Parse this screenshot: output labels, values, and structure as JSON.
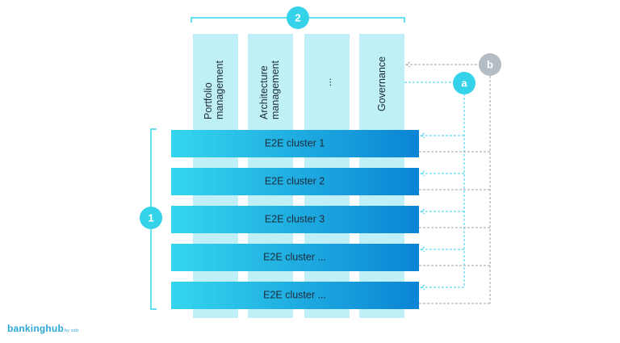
{
  "markers": {
    "one": "1",
    "two": "2",
    "a": "a",
    "b": "b"
  },
  "columns": [
    {
      "lines": [
        "Portfolio",
        "management"
      ]
    },
    {
      "lines": [
        "Architecture",
        "management"
      ]
    },
    {
      "lines": [
        "..."
      ]
    },
    {
      "lines": [
        "Governance"
      ]
    }
  ],
  "clusters": [
    "E2E cluster 1",
    "E2E cluster 2",
    "E2E cluster 3",
    "E2E cluster ...",
    "E2E cluster ..."
  ],
  "brand": {
    "name": "bankinghub",
    "sub": "by zeb"
  },
  "colors": {
    "column_fill": "#bff0f7",
    "cluster_gradient_start": "#35d6ee",
    "cluster_gradient_end": "#0a84d4",
    "marker_cyan": "#35d3e9",
    "marker_gray": "#b4bcc4",
    "brand": "#2aa9d8"
  }
}
